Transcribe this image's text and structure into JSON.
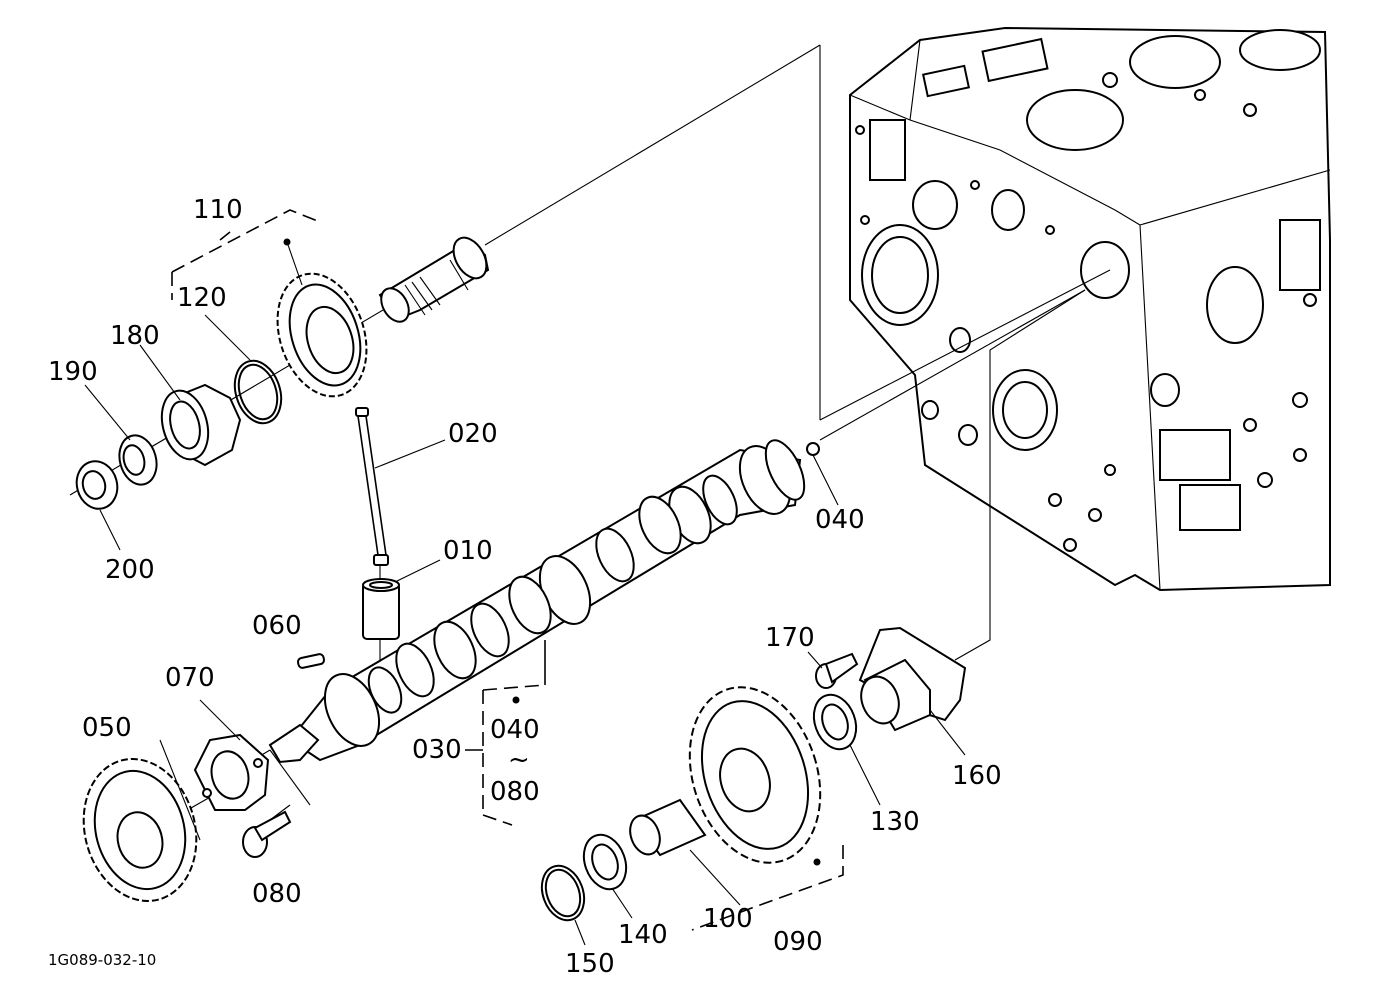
{
  "diagram": {
    "reference_code": "1G089-032-10",
    "range_symbol": "~",
    "colors": {
      "line": "#000000",
      "background": "#ffffff"
    },
    "callouts": {
      "c010": "010",
      "c020": "020",
      "c030": "030",
      "c040": "040",
      "c040_range_start": "040",
      "c050": "050",
      "c060": "060",
      "c070": "070",
      "c080": "080",
      "c080_range_end": "080",
      "c090": "090",
      "c100": "100",
      "c110": "110",
      "c120": "120",
      "c130": "130",
      "c140": "140",
      "c150": "150",
      "c160": "160",
      "c170": "170",
      "c180": "180",
      "c190": "190",
      "c200": "200"
    }
  }
}
